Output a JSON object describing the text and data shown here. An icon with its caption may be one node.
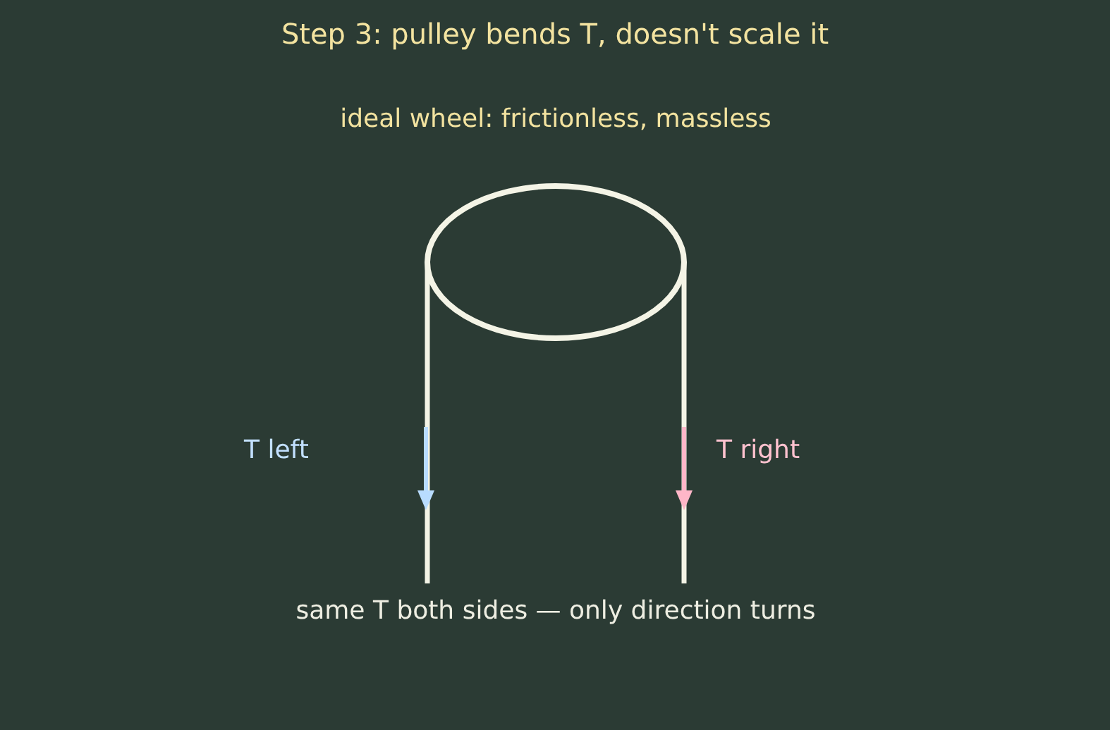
{
  "diagram": {
    "title": "Step 3: pulley bends T, doesn't scale it",
    "nodes": [
      {
        "text": [],
        "shape": "circle",
        "beside": [
          "ideal wheel: frictionless, massless"
        ]
      }
    ],
    "labels": [
      "T left",
      "T right"
    ],
    "caption": "same T both sides — only direction turns"
  }
}
